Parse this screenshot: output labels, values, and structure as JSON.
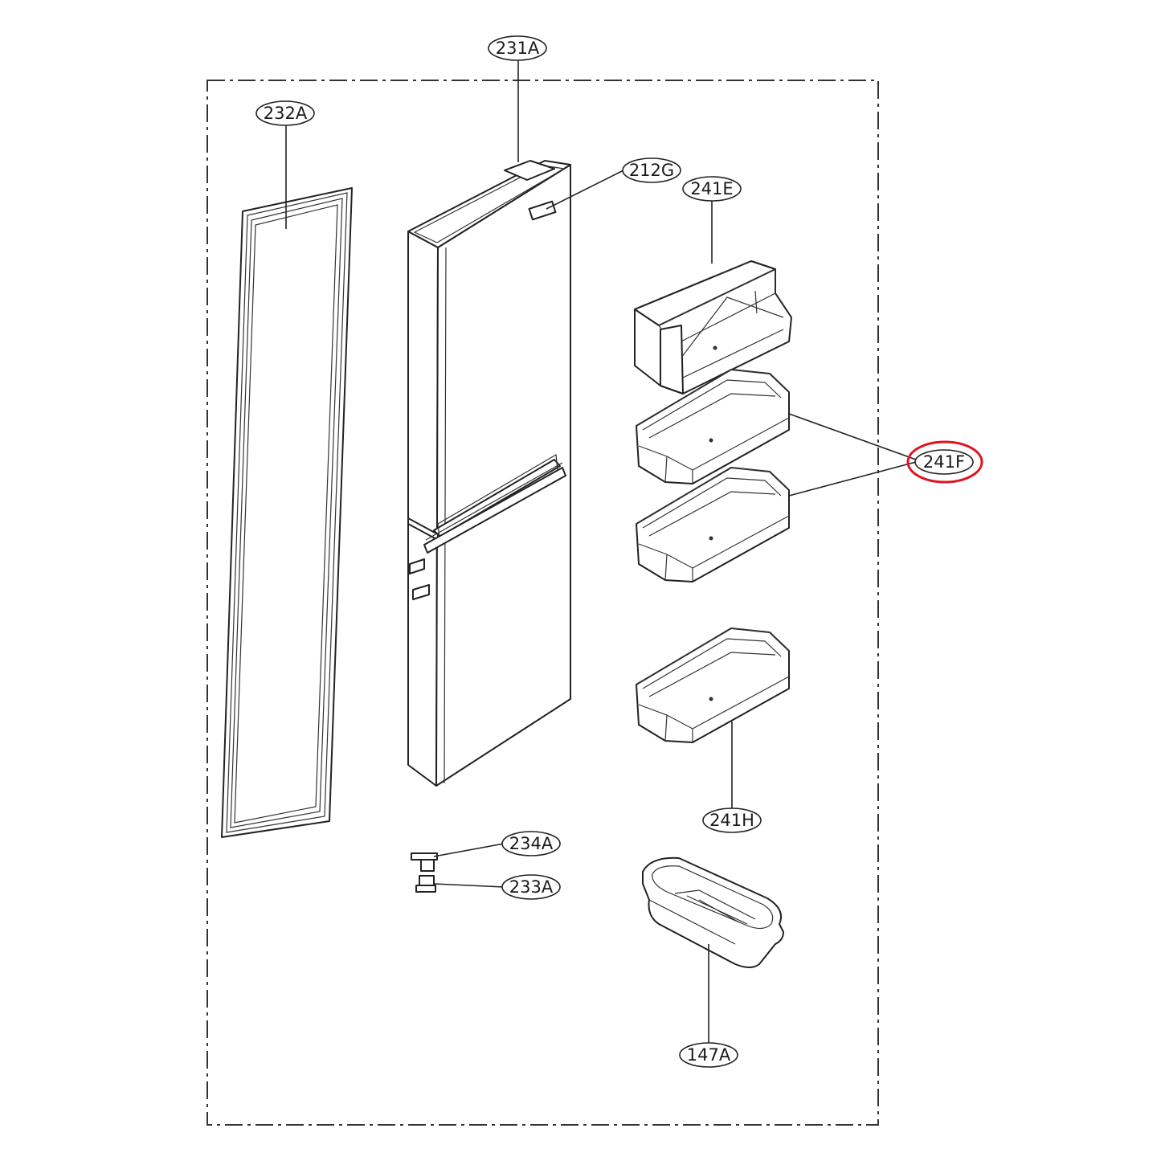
{
  "callouts": {
    "c231A": "231A",
    "c232A": "232A",
    "c212G": "212G",
    "c241E": "241E",
    "c241F": "241F",
    "c241H": "241H",
    "c234A": "234A",
    "c233A": "233A",
    "c147A": "147A"
  },
  "highlight": {
    "target": "241F",
    "color": "#e0141e"
  },
  "colors": {
    "line": "#222222",
    "background": "#ffffff"
  }
}
